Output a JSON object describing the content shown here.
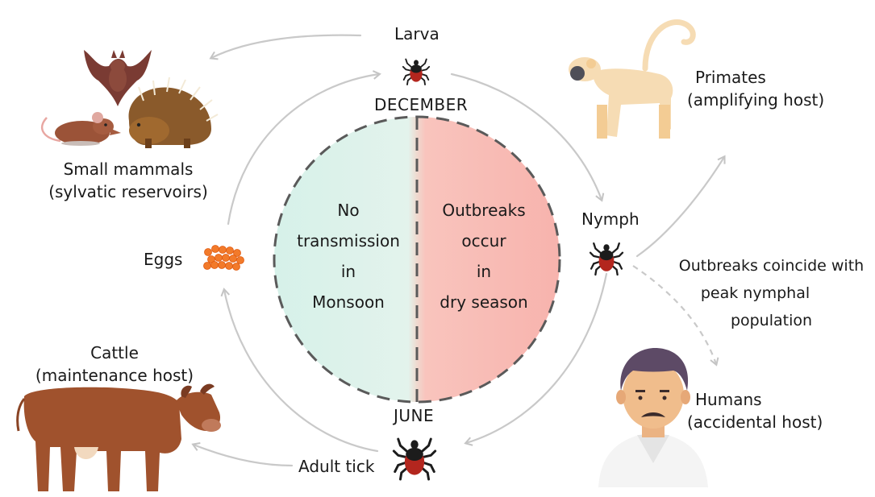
{
  "stages": {
    "larva": "Larva",
    "nymph": "Nymph",
    "adult": "Adult tick",
    "eggs": "Eggs"
  },
  "months": {
    "top": "DECEMBER",
    "bottom": "JUNE"
  },
  "center": {
    "left_lines": [
      "No",
      "transmission",
      "in",
      "Monsoon"
    ],
    "right_lines": [
      "Outbreaks",
      "occur",
      "in",
      "dry season"
    ]
  },
  "hosts": {
    "small_mammals": [
      "Small mammals",
      "(sylvatic reservoirs)"
    ],
    "primates": [
      "Primates",
      "(amplifying host)"
    ],
    "humans": [
      "Humans",
      "(accidental host)"
    ],
    "cattle": [
      "Cattle",
      "(maintenance host)"
    ]
  },
  "note": [
    "Outbreaks coincide with",
    "peak nymphal",
    "population"
  ],
  "colors": {
    "monsoon_half": "#d8f1ea",
    "dry_half": "#f8bdb7",
    "arrow": "#c9c9c9",
    "tick_body": "#b3261e",
    "egg": "#f27a2a",
    "cow": "#a0522d",
    "primate": "#f6dcb4"
  }
}
